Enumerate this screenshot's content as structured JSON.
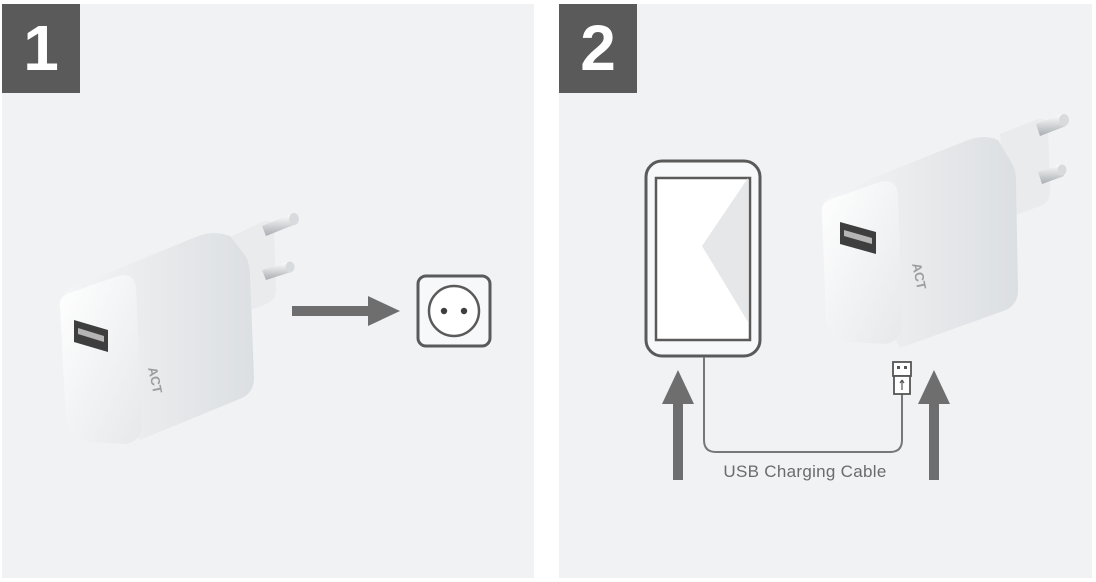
{
  "steps": [
    {
      "number": "1"
    },
    {
      "number": "2"
    }
  ],
  "step1": {
    "charger_icon": "usb-wall-charger",
    "arrow_icon": "arrow-right",
    "outlet_icon": "wall-socket"
  },
  "step2": {
    "phone_icon": "smartphone",
    "charger_icon": "usb-wall-charger",
    "usb_icon": "usb-a-plug",
    "cable_label": "USB Charging Cable",
    "brand_mark": "ACT"
  },
  "colors": {
    "panel_bg": "#f0f2f4",
    "badge_bg": "#5a5a5a",
    "arrow": "#6e6e6e",
    "line": "#777777"
  }
}
